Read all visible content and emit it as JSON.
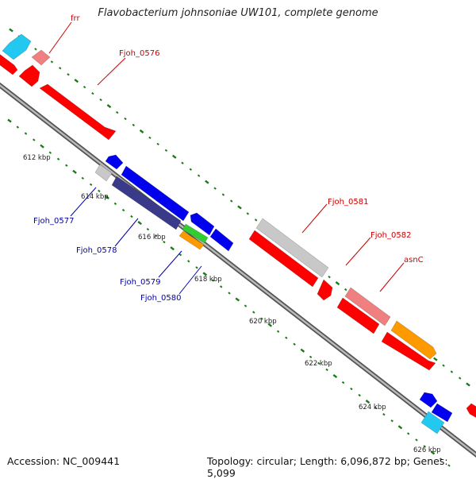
{
  "title": "Flavobacterium johnsoniae UW101, complete genome",
  "footer": {
    "accession": "Accession: NC_009441",
    "summary": "Topology: circular; Length: 6,096,872 bp; Genes: 5,099"
  },
  "colors": {
    "backbone": "#777777",
    "ticks": "#1a7a1a",
    "forward_label": "#cc0000",
    "reverse_label": "#0000aa",
    "red": "#ff0000",
    "pink": "#f08080",
    "cyan": "#22c8f0",
    "blue": "#0000ee",
    "indigo": "#3a3a8a",
    "grey": "#c8c8c8",
    "orange": "#ff9900",
    "green": "#33cc33"
  },
  "ticks": [
    "612 kbp",
    "614 kbp",
    "616 kbp",
    "618 kbp",
    "620 kbp",
    "622 kbp",
    "624 kbp",
    "626 kbp"
  ],
  "forward_labels": [
    "frr",
    "Fjoh_0576",
    "Fjoh_0581",
    "Fjoh_0582",
    "asnC"
  ],
  "reverse_labels": [
    "Fjoh_0577",
    "Fjoh_0578",
    "Fjoh_0579",
    "Fjoh_0580"
  ],
  "features": [
    {
      "color": "red"
    },
    {
      "color": "cyan"
    },
    {
      "color": "pink"
    },
    {
      "color": "red"
    },
    {
      "color": "red"
    },
    {
      "color": "blue"
    },
    {
      "color": "grey"
    },
    {
      "color": "blue"
    },
    {
      "color": "indigo"
    },
    {
      "color": "blue"
    },
    {
      "color": "green"
    },
    {
      "color": "orange"
    },
    {
      "color": "blue"
    },
    {
      "color": "grey"
    },
    {
      "color": "red"
    },
    {
      "color": "red"
    },
    {
      "color": "pink"
    },
    {
      "color": "red"
    },
    {
      "color": "orange"
    },
    {
      "color": "red"
    },
    {
      "color": "blue"
    },
    {
      "color": "blue"
    },
    {
      "color": "cyan"
    },
    {
      "color": "red"
    }
  ]
}
